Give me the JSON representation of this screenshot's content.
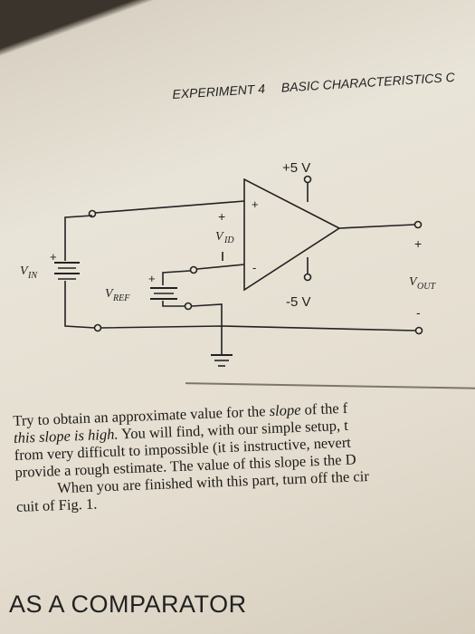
{
  "header": {
    "experiment": "EXPERIMENT 4",
    "section": "BASIC CHARACTERISTICS C"
  },
  "circuit": {
    "supply_pos": "+5 V",
    "supply_neg": "-5 V",
    "v_id_sub": "ID",
    "v_in_sub": "IN",
    "v_ref_sub": "REF",
    "v_out_sub": "OUT",
    "v_prefix": "V",
    "plus": "+",
    "minus": "-"
  },
  "body": {
    "lines": [
      [
        "Try to obtain an approximate value for the ",
        "slope",
        " of the f"
      ],
      [
        "this slope is high.",
        " You will find, with our simple setup, t"
      ],
      [
        "from very difficult to impossible (it is instructive, nevert"
      ],
      [
        "provide a rough estimate. The value of this slope is the D"
      ],
      [
        "When you are finished with this part, turn off the cir"
      ],
      [
        "cuit of Fig. 1."
      ]
    ]
  },
  "section_title": "AS A COMPARATOR"
}
